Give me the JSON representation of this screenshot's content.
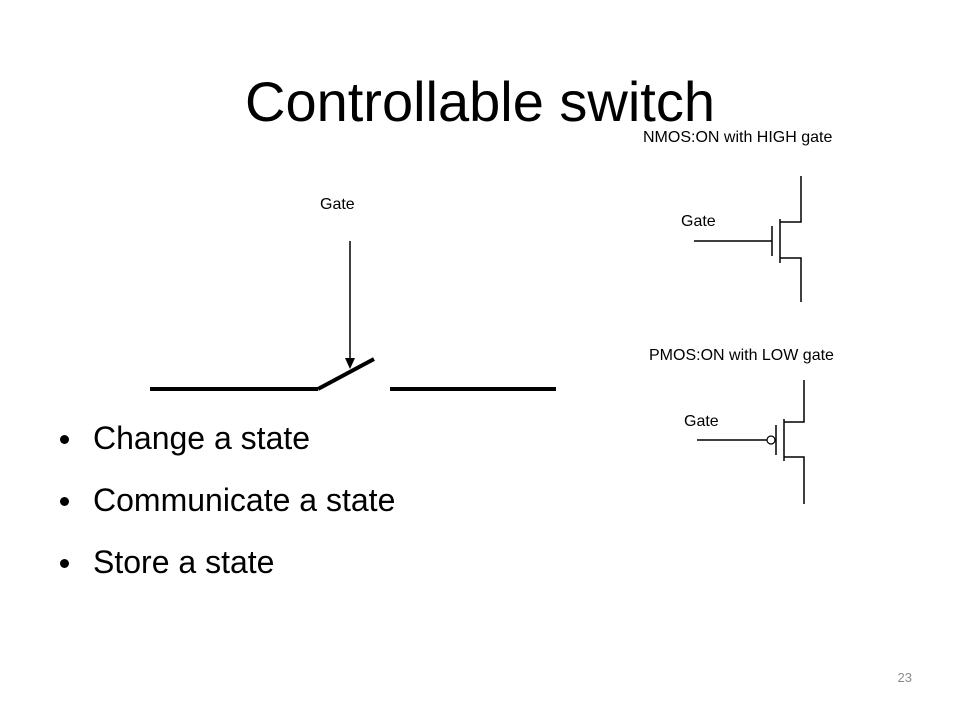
{
  "slide": {
    "title": "Controllable switch",
    "page_number": "23"
  },
  "switch": {
    "gate_label": "Gate"
  },
  "nmos": {
    "caption": "NMOS:ON with HIGH gate",
    "gate_label": "Gate"
  },
  "pmos": {
    "caption": "PMOS:ON with LOW gate",
    "gate_label": "Gate"
  },
  "bullets": [
    "Change a state",
    "Communicate a state",
    "Store a state"
  ]
}
